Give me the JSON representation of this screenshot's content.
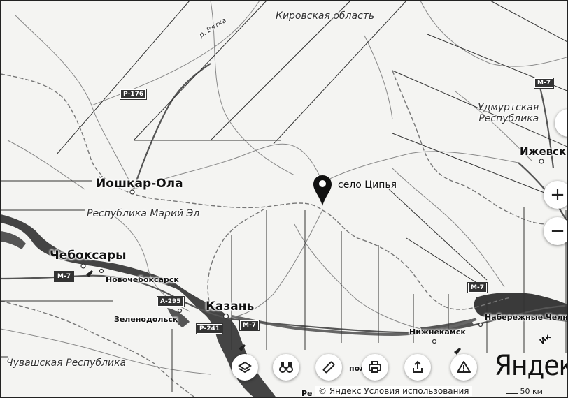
{
  "map": {
    "regions": {
      "kirov": "Кировская область",
      "udmurt_line1": "Удмуртская",
      "udmurt_line2": "Республика",
      "mari": "Республика Марий Эл",
      "chuvash": "Чувашская Республика"
    },
    "rivers": {
      "vyatka": "р. Вятка"
    },
    "cities": {
      "yoshkar_ola": "Йошкар-Ола",
      "izhevsk": "Ижевск",
      "cheboksary": "Чебоксары",
      "novocheboksarsk": "Новочебоксарск",
      "zelenodolsk": "Зеленодольск",
      "kazan": "Казань",
      "nizhnekamsk": "Нижнекамск",
      "naberezhnye": "Набережные Челны"
    },
    "marker_label": "село Ципья",
    "roads": {
      "r176": "Р-176",
      "m7_top": "М-7",
      "m7_west": "М-7",
      "a295": "А-295",
      "r241": "Р-241",
      "m7_kazan": "М-7",
      "m7_east": "М-7"
    },
    "partial_labels": {
      "pol": "пол",
      "ik": "Ик",
      "re": "Ре"
    }
  },
  "controls": {
    "zoom_in": "+",
    "zoom_out": "−",
    "layers_icon": "layers-icon",
    "binoculars_icon": "binoculars-icon",
    "ruler_icon": "ruler-icon",
    "print_icon": "print-icon",
    "share_icon": "share-icon",
    "warning_icon": "warning-icon"
  },
  "footer": {
    "logo": "Яндекс",
    "copyright": "© Яндекс Условия использования",
    "scale": "50 км"
  }
}
